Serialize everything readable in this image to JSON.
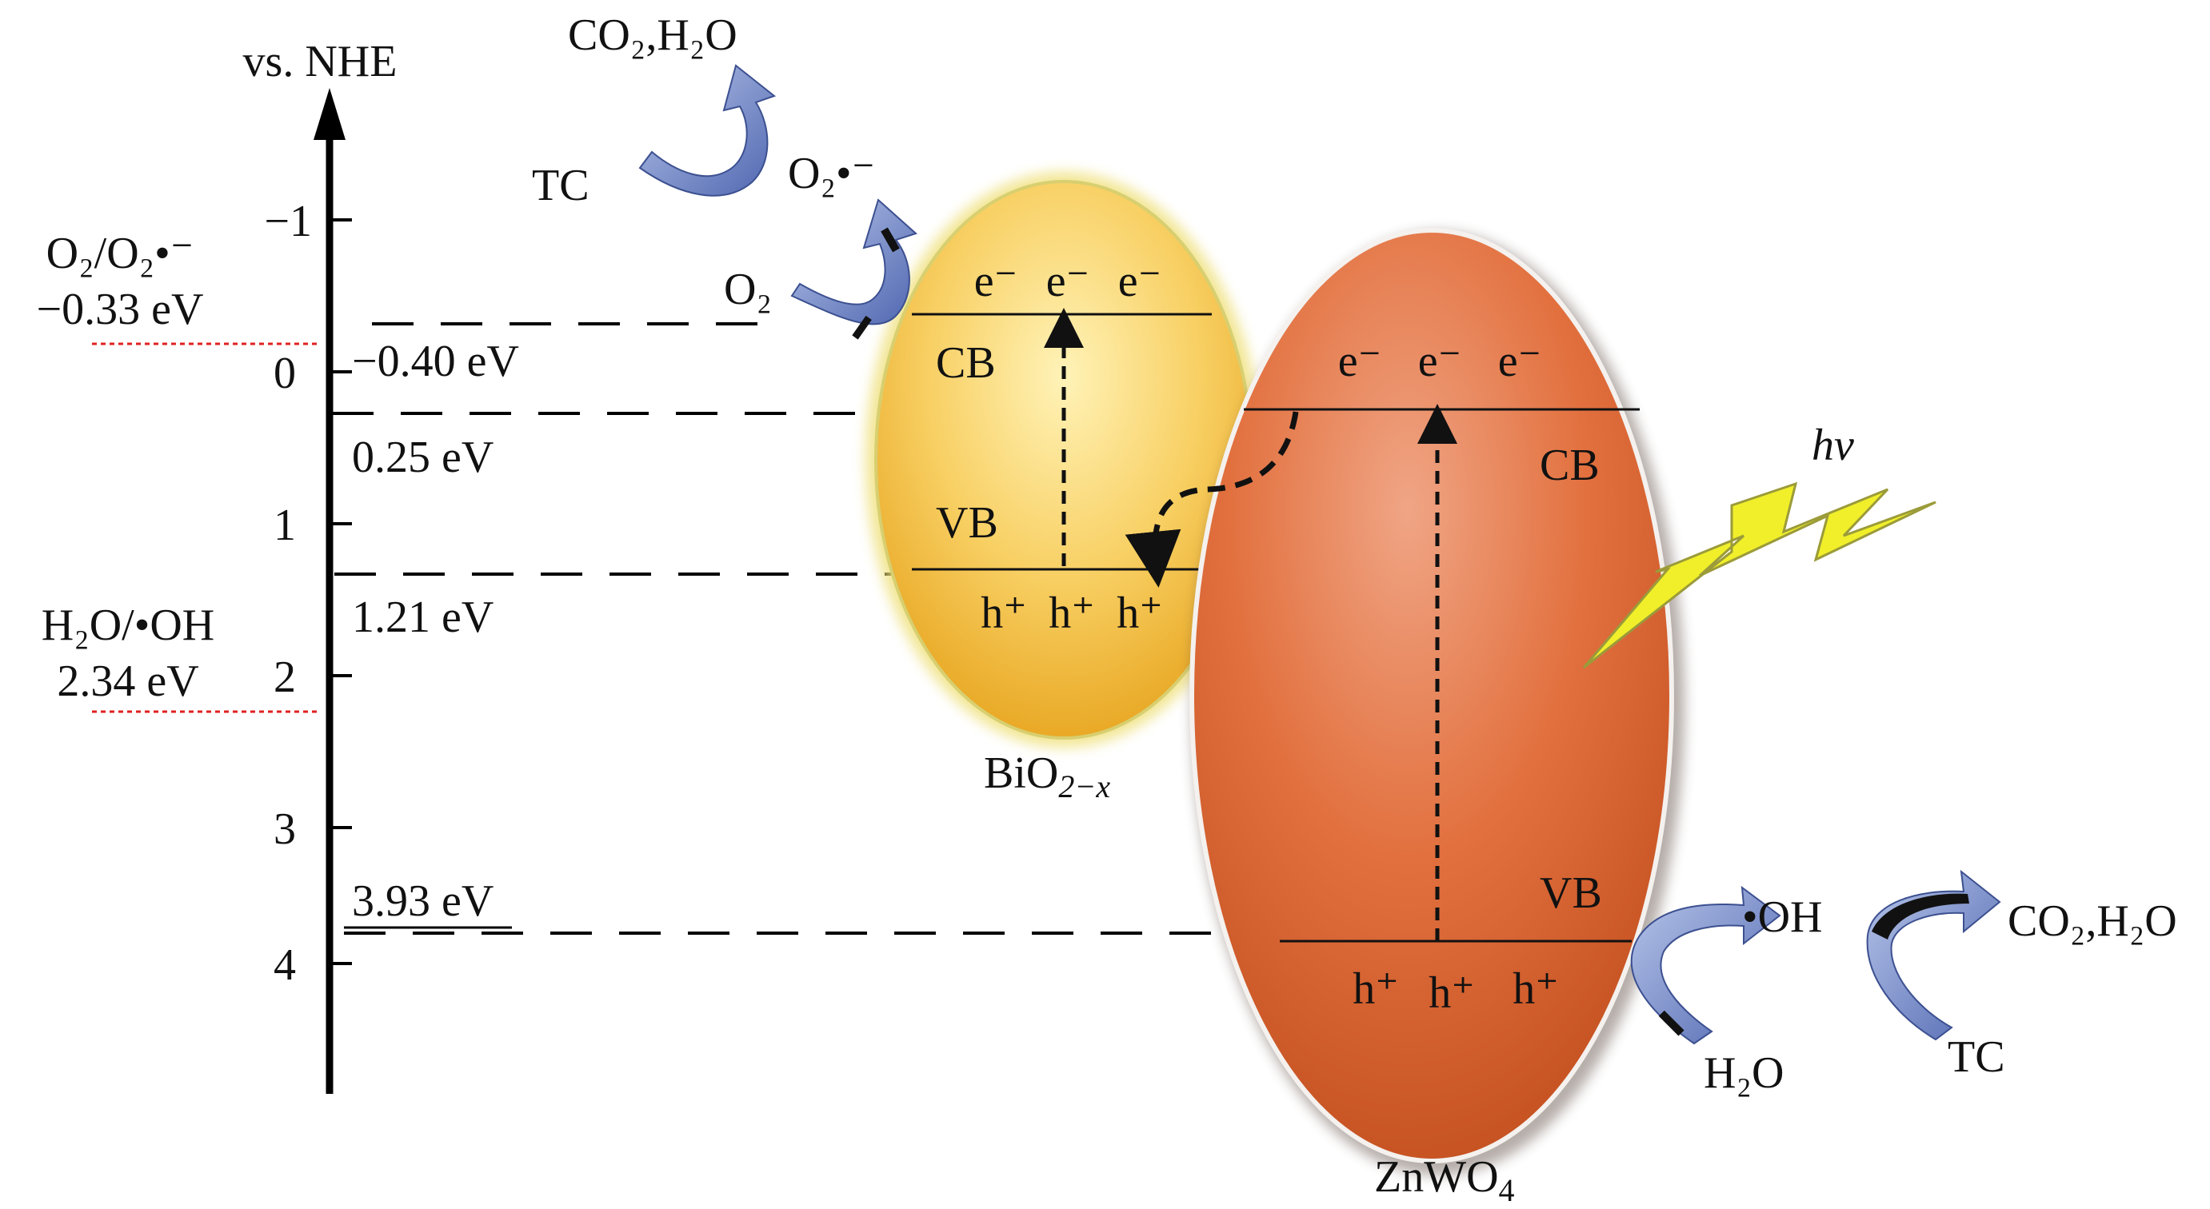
{
  "axis": {
    "label": "vs. NHE",
    "ticks": [
      {
        "value": -1,
        "label": "−1"
      },
      {
        "value": 0,
        "label": "0"
      },
      {
        "value": 1,
        "label": "1"
      },
      {
        "value": 2,
        "label": "2"
      },
      {
        "value": 3,
        "label": "3"
      },
      {
        "value": 4,
        "label": "4"
      }
    ]
  },
  "redox": {
    "o2": {
      "couple": "O₂/O₂•⁻",
      "potential": "−0.33 eV"
    },
    "h2o": {
      "couple": "H₂O/•OH",
      "potential": "2.34 eV"
    },
    "marker_color": "#e02020"
  },
  "band_levels": {
    "bio2x_cb": "−0.40 eV",
    "zn_cb": "0.25 eV",
    "bio2x_vb": "1.21 eV",
    "zn_vb": "3.93 eV"
  },
  "materials": {
    "bio2x": {
      "name": "BiO",
      "sub": "2−x",
      "cb": "CB",
      "vb": "VB",
      "color": "#f5c24a"
    },
    "znwo4": {
      "name": "ZnWO",
      "sub": "4",
      "cb": "CB",
      "vb": "VB",
      "color": "#e2703e"
    }
  },
  "carriers": {
    "electron": "e⁻",
    "hole": "h⁺"
  },
  "species": {
    "o2": "O₂",
    "superoxide": "O₂•⁻",
    "tc": "TC",
    "co2_h2o": "CO₂,H₂O",
    "hydroxyl": "•OH",
    "h2o": "H₂O"
  },
  "light": {
    "label": "hv",
    "color": "#f0ef2a"
  },
  "arrow_color": "#6f86c6"
}
